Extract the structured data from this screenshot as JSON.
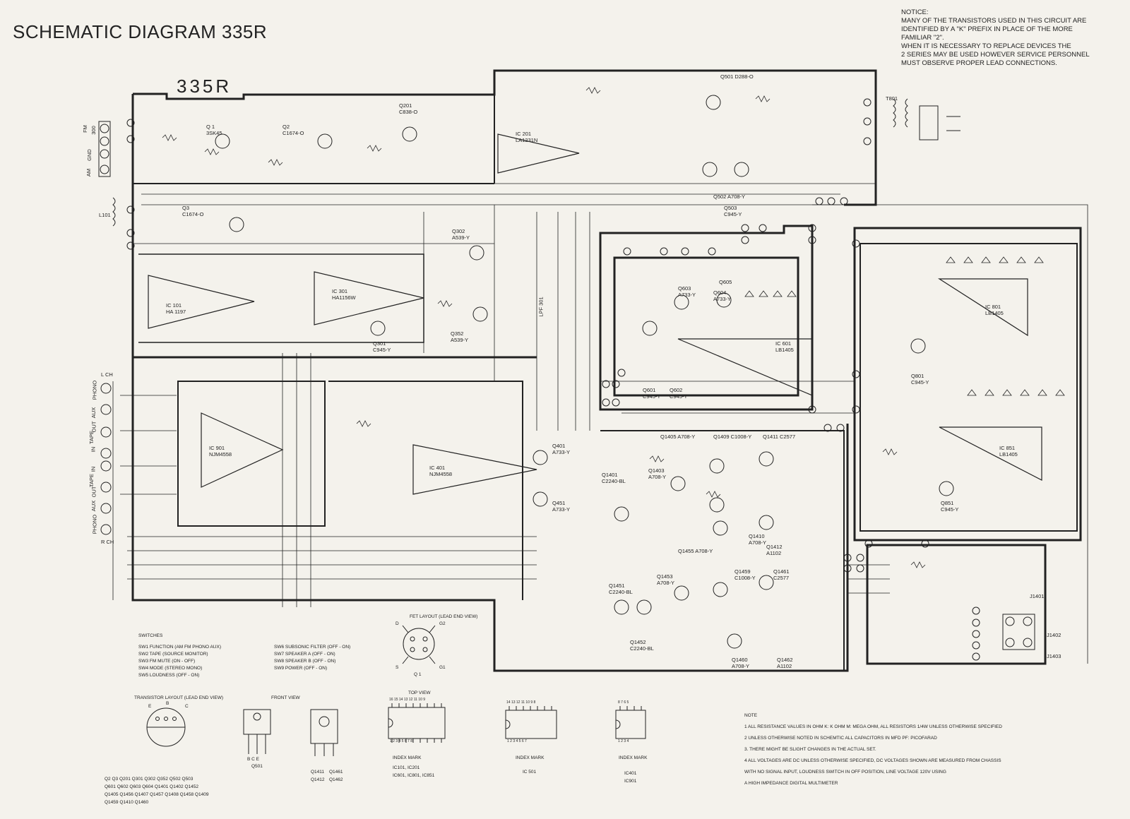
{
  "header": {
    "title": "SCHEMATIC DIAGRAM 335R",
    "model": "335R"
  },
  "notice": [
    "NOTICE:",
    "MANY OF THE TRANSISTORS USED IN THIS CIRCUIT ARE",
    "IDENTIFIED BY A \"K\" PREFIX IN PLACE OF THE MORE",
    "FAMILIAR \"2\".",
    "WHEN IT IS NECESSARY TO REPLACE DEVICES THE",
    "2 SERIES MAY BE USED HOWEVER SERVICE PERSONNEL",
    "MUST OBSERVE PROPER LEAD CONNECTIONS."
  ],
  "blocks": {
    "ic101": [
      "IC 101",
      "HA 1197"
    ],
    "ic201": [
      "IC 201",
      "LA1231N"
    ],
    "ic301": [
      "IC 301",
      "HA1156W"
    ],
    "ic401": [
      "IC 401",
      "NJM4558"
    ],
    "ic901": [
      "IC 901",
      "NJM4558"
    ],
    "ic601": [
      "IC 601",
      "LB1405"
    ],
    "ic801": [
      "IC 801",
      "LB1405"
    ],
    "ic851": [
      "IC 851",
      "LB1405"
    ],
    "lpf301": "LPF 301",
    "q1": [
      "Q 1",
      "3SK45"
    ],
    "q2": [
      "Q2",
      "C1674-O"
    ],
    "q3": [
      "Q3",
      "C1674-O"
    ],
    "q201": [
      "Q201",
      "C838-O"
    ],
    "q301": [
      "Q301",
      "C945-Y"
    ],
    "q302": [
      "Q302",
      "A539-Y"
    ],
    "q352": [
      "Q352",
      "A539-Y"
    ],
    "q501": "Q501  D288-O",
    "q502": "Q502  A708-Y",
    "q503": [
      "Q503",
      "C945-Y"
    ],
    "q601": [
      "Q601",
      "C945-Y"
    ],
    "q602": [
      "Q602",
      "C945-Y"
    ],
    "q603": [
      "Q603",
      "A733-Y"
    ],
    "q604": [
      "Q604",
      "A733-Y"
    ],
    "q605": "Q605",
    "q801": [
      "Q801",
      "C945-Y"
    ],
    "q851": [
      "Q851",
      "C945-Y"
    ],
    "q401": [
      "Q401",
      "A733-Y"
    ],
    "q451": [
      "Q451",
      "A733-Y"
    ],
    "q1405": "Q1405 A708-Y",
    "q1409": "Q1409  C1008-Y",
    "q1411": "Q1411  C2577",
    "q1401": [
      "Q1401",
      "C2240-BL"
    ],
    "q1403": [
      "Q1403",
      "A708-Y"
    ],
    "q1451": [
      "Q1451",
      "C2240-BL"
    ],
    "q1452": [
      "Q1452",
      "C2240-BL"
    ],
    "q1453": [
      "Q1453",
      "A708-Y"
    ],
    "q1460": [
      "Q1460",
      "A708-Y"
    ],
    "q1462": [
      "Q1462",
      "A1102"
    ],
    "q1412": [
      "Q1412",
      "A1102"
    ],
    "q1459": [
      "Q1459",
      "C1008-Y"
    ],
    "q1461": [
      "Q1461",
      "C2577"
    ],
    "q1410": [
      "Q1410",
      "A708-Y"
    ],
    "q1455": "Q1455 A708-Y",
    "l101": "L101",
    "t801": "T801",
    "j1401": "J1401",
    "j1402": "J1402",
    "j1403": "J1403"
  },
  "inputs": {
    "fm": "FM",
    "fm_ohm": "300",
    "gnd": "GND",
    "am": "AM",
    "lch": "L CH",
    "rch": "R CH",
    "phono": "PHONO",
    "aux": "AUX",
    "tape": "TAPE",
    "out": "OUT",
    "in": "IN"
  },
  "switches": {
    "header": "SWITCHES",
    "left": [
      "SW1   FUNCTION  (AM  FM  PHONO  AUX)",
      "SW2   TAPE  (SOURCE  MONITOR)",
      "SW3   FM  MUTE   (ON - OFF)",
      "SW4   MODE   (STEREO  MONO)",
      "SW5   LOUDNESS   (OFF - ON)"
    ],
    "right": [
      "SW6   SUBSONIC  FILTER  (OFF - ON)",
      "SW7   SPEAKER   A          (OFF - ON)",
      "SW8   SPEAKER   B          (OFF - ON)",
      "SW9   POWER                 (OFF - ON)"
    ]
  },
  "fet": {
    "title": "FET  LAYOUT  (LEAD END VIEW)",
    "d": "D",
    "g2": "G2",
    "s": "S",
    "g1": "G1",
    "q1": "Q 1"
  },
  "layouts": {
    "transistor_title": "TRANSISTOR   LAYOUT  (LEAD END VIEW)",
    "e": "E",
    "b": "B",
    "c": "C",
    "front_view": "FRONT VIEW",
    "bce": "B C E",
    "q501": "Q501",
    "q1411": [
      "Q1411",
      "Q1412"
    ],
    "q1461": [
      "Q1461",
      "Q1462"
    ],
    "top_view": "TOP   VIEW",
    "index_mark": "INDEX  MARK",
    "ic_list_1": [
      "IC101,   IC201",
      "IC601,   IC801,   IC851"
    ],
    "ic_list_2": "IC 501",
    "ic_list_3": [
      "IC401",
      "IC901"
    ],
    "pin_top_16": "16 15 14 13 12 11 10 9",
    "pin_bot_8": "1  2  3  4  5  6  7  8",
    "pin_top_14": "14 13 12 11 10 9  8",
    "pin_bot_7": "1  2  3  4  5  6  7",
    "pin_top_8": "8  7  6  5",
    "pin_bot_4": "1  2  3  4"
  },
  "transistor_list": [
    "Q2   Q3   Q201   Q301   Q302   Q352   Q502   Q503",
    "Q601  Q602   Q603   Q604   Q1401   Q1402   Q1452",
    "Q1405  Q1456  Q1407  Q1457  Q1408  Q1458  Q1409",
    "Q1459  Q1410  Q1460"
  ],
  "notes": {
    "header": "NOTE",
    "items": [
      "1  ALL  RESISTANCE  VALUES  IN  OHM   K: K OHM   M: MEGA OHM, ALL RESISTORS 1/4W UNLESS OTHERWISE  SPECIFIED",
      "2  UNLESS  OTHERWISE   NOTED   IN  SCHEMTIC   ALL  CAPACITORS   IN   MFD  PF: PICOFARAD",
      "3. THERE   MIGHT   BE   SLIGHT  CHANGES   IN   THE    ACTUAL   SET.",
      "4  ALL  VOLTAGES    ARE   DC  UNLESS  OTHERWISE   SPECIFIED, DC VOLTAGES  SHOWN  ARE  MEASURED  FROM  CHASSIS",
      "    WITH   NO  SIGNAL  INPUT,  LOUDNESS   SWITCH   IN  OFF POSITION,  LINE  VOLTAGE  120V  USING",
      "    A   HIGH   IMPEDANCE   DIGITAL   MULTIMETER"
    ]
  }
}
